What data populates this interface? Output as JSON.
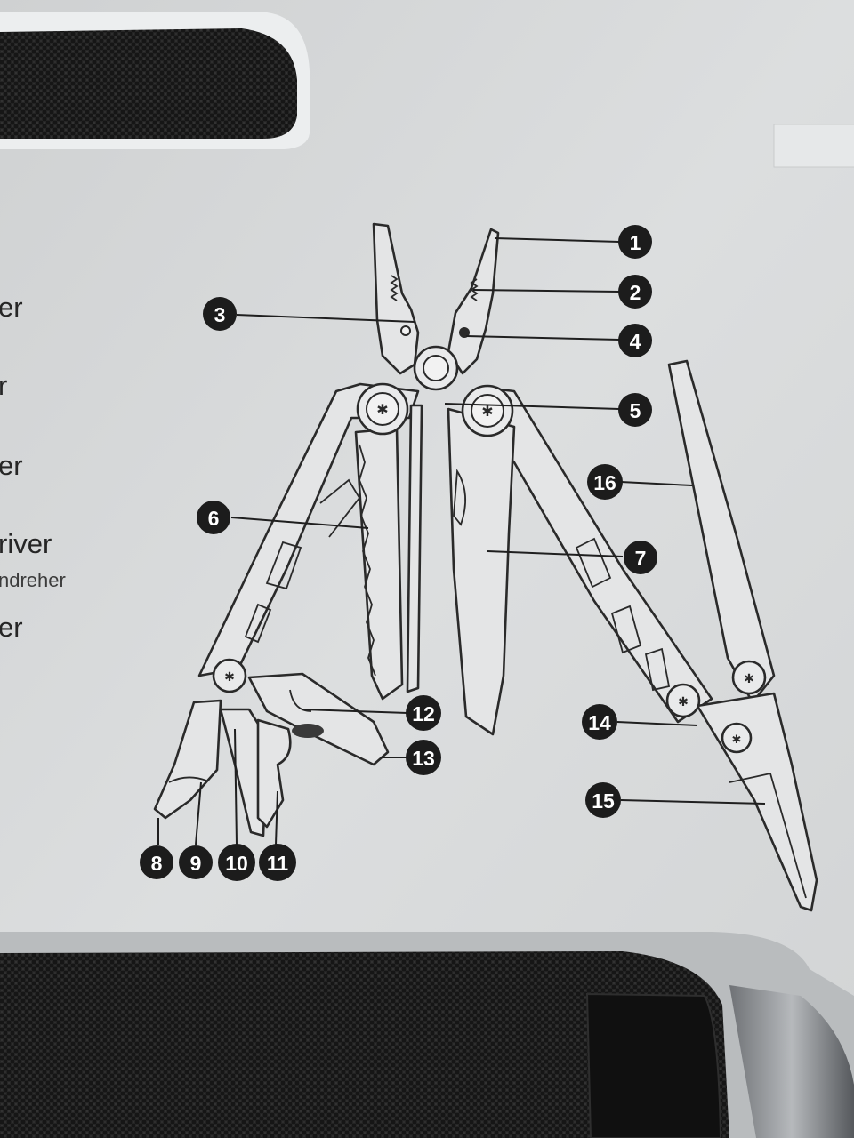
{
  "left_column": [
    {
      "text": "er",
      "size": "main"
    },
    {
      "text": "r",
      "size": "main"
    },
    {
      "text": "er",
      "size": "main"
    },
    {
      "text": "river",
      "size": "main"
    },
    {
      "text": "ndreher",
      "size": "sub"
    },
    {
      "text": "er",
      "size": "main"
    }
  ],
  "callouts": [
    "1",
    "2",
    "3",
    "4",
    "5",
    "6",
    "7",
    "8",
    "9",
    "10",
    "11",
    "12",
    "13",
    "14",
    "15",
    "16"
  ],
  "colors": {
    "card": "#d9dbdc",
    "badge": "#1c1c1c",
    "line": "#2a2a2a",
    "pouch": "#1a1a1a"
  }
}
